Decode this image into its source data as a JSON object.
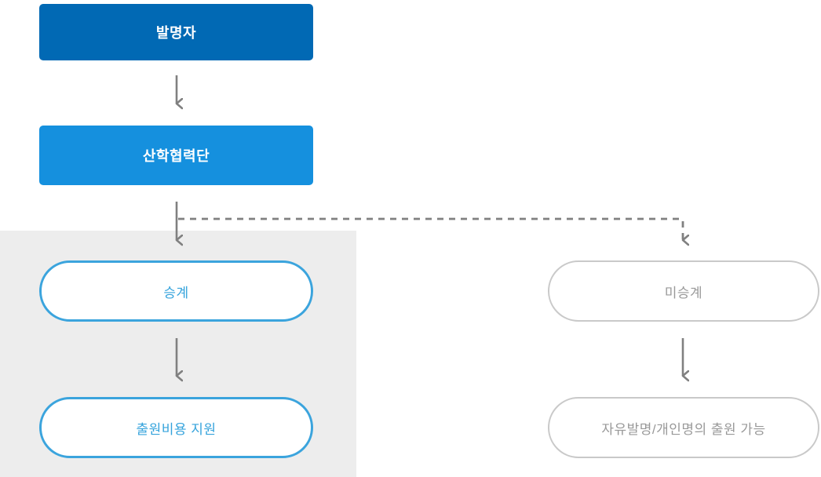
{
  "flowchart": {
    "title": "invention-assignment-flow",
    "nodes": {
      "inventor": {
        "label": "발명자"
      },
      "cooperation_foundation": {
        "label": "산학협력단"
      },
      "succession": {
        "label": "승계"
      },
      "cost_support": {
        "label": "출원비용 지원"
      },
      "non_succession": {
        "label": "미승계"
      },
      "free_invention": {
        "label": "자유발명/개인명의 출원 가능"
      }
    },
    "edges": [
      {
        "from": "inventor",
        "to": "cooperation_foundation",
        "style": "solid"
      },
      {
        "from": "cooperation_foundation",
        "to": "succession",
        "style": "solid"
      },
      {
        "from": "cooperation_foundation",
        "to": "non_succession",
        "style": "dashed"
      },
      {
        "from": "succession",
        "to": "cost_support",
        "style": "solid"
      },
      {
        "from": "non_succession",
        "to": "free_invention",
        "style": "solid"
      }
    ]
  },
  "colors": {
    "inventor_box_bg": "#0169b4",
    "cooperation_box_bg": "#1590de",
    "succession_pill_border": "#3ba4dd",
    "succession_pill_text": "#35a3dc",
    "gray_pill_border": "#c9c9c9",
    "gray_pill_text": "#999999",
    "panel_bg": "#ededed",
    "arrow": "#808080",
    "box_text": "#ffffff"
  }
}
